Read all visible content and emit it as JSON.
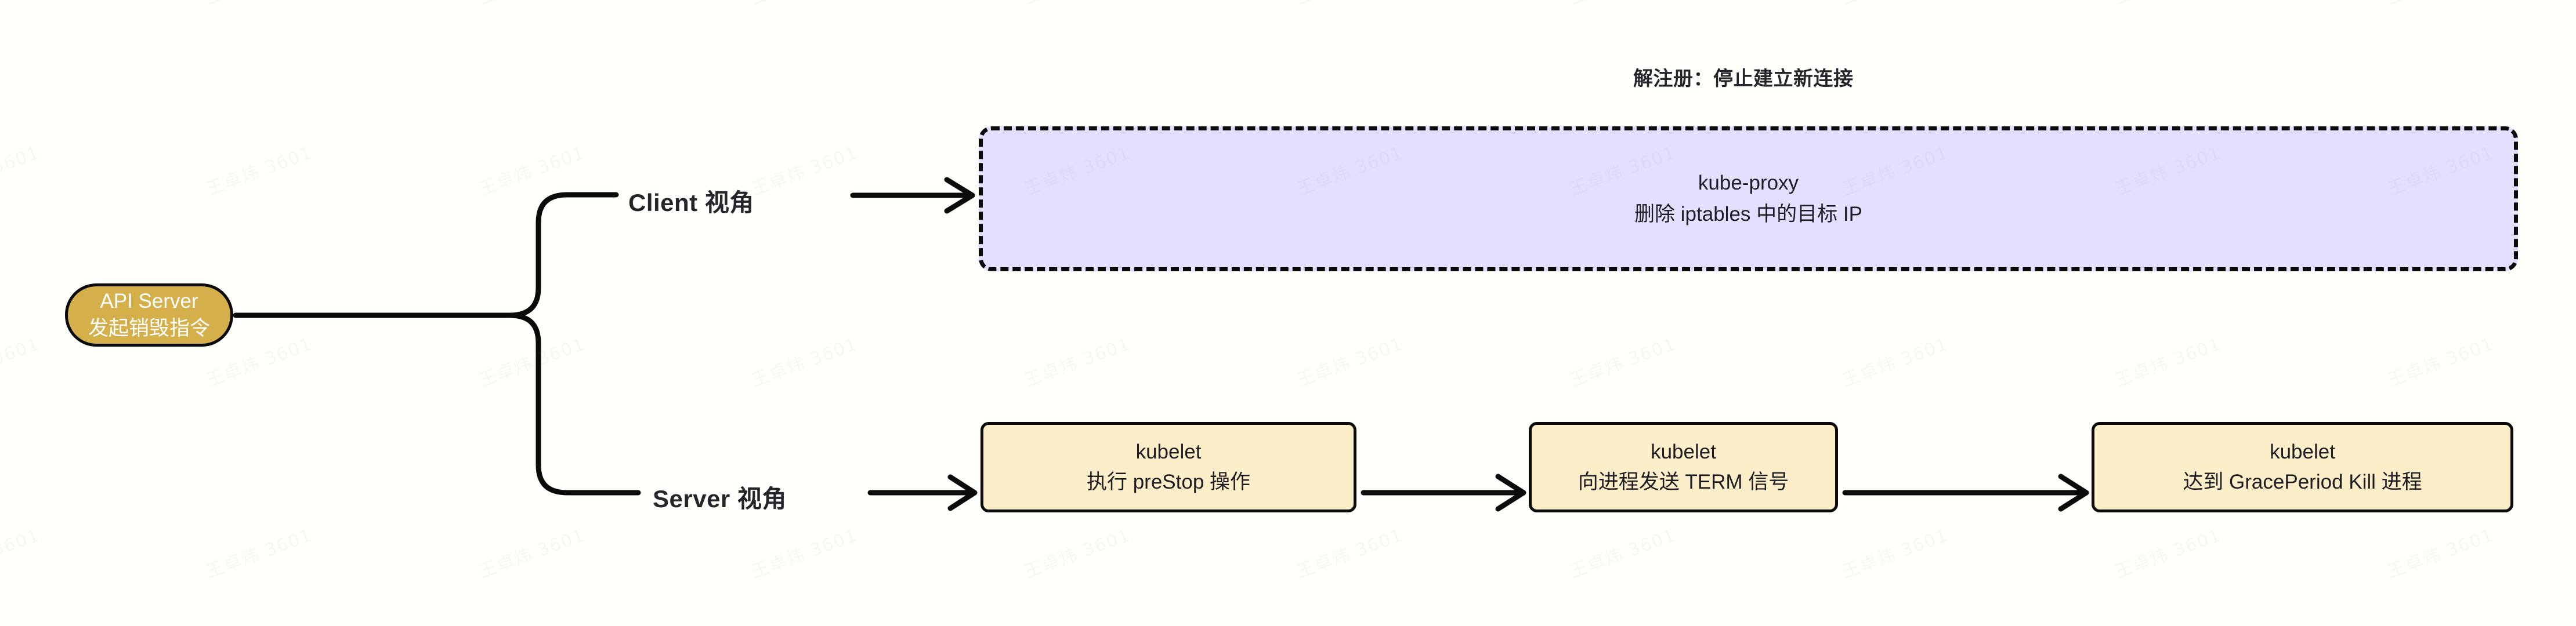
{
  "diagram": {
    "title_note": "解注册：停止建立新连接",
    "background_color": "#fffffb",
    "watermark_text": "王卓炜 3601"
  },
  "colors": {
    "api_server_fill": "#d4af4a",
    "api_server_text": "#ffffff",
    "kube_proxy_fill": "#e6deff",
    "kubelet_fill": "#fceec8",
    "stroke": "#0b0b0b",
    "body_text": "#1c1c22",
    "label_text": "#24262c"
  },
  "source_node": {
    "name": "api-server",
    "line1": "API Server",
    "line2": "发起销毁指令",
    "shape": "pill"
  },
  "branches": [
    {
      "key": "client",
      "label": "Client 视角",
      "target": "kube-proxy-box"
    },
    {
      "key": "server",
      "label": "Server 视角",
      "target": "kubelet-1"
    }
  ],
  "client_branch": {
    "header_note": "解注册：停止建立新连接",
    "node": {
      "name": "kube-proxy",
      "line1": "kube-proxy",
      "line2": "删除 iptables 中的目标 IP",
      "border_style": "dashed"
    }
  },
  "server_branch": {
    "nodes": [
      {
        "name": "kubelet-prestop",
        "line1": "kubelet",
        "line2": "执行 preStop 操作"
      },
      {
        "name": "kubelet-term-signal",
        "line1": "kubelet",
        "line2": "向进程发送 TERM 信号"
      },
      {
        "name": "kubelet-graceperiod-kill",
        "line1": "kubelet",
        "line2": "达到 GracePeriod Kill 进程"
      }
    ]
  },
  "connectors": [
    {
      "name": "api-server-to-split",
      "type": "elbow",
      "arrowhead": false
    },
    {
      "name": "split-to-client-label",
      "type": "elbow",
      "arrowhead": false
    },
    {
      "name": "split-to-server-label",
      "type": "elbow",
      "arrowhead": false
    },
    {
      "name": "client-label-to-kube-proxy",
      "type": "straight",
      "arrowhead": true
    },
    {
      "name": "server-label-to-kubelet-1",
      "type": "straight",
      "arrowhead": true
    },
    {
      "name": "kubelet-1-to-kubelet-2",
      "type": "straight",
      "arrowhead": true
    },
    {
      "name": "kubelet-2-to-kubelet-3",
      "type": "straight",
      "arrowhead": true
    }
  ],
  "watermarks": [
    "王卓炜 3601",
    "王卓炜 3601",
    "王卓炜 3601",
    "王卓炜 3601",
    "王卓炜 3601",
    "王卓炜 3601",
    "王卓炜 3601",
    "王卓炜 3601",
    "王卓炜 3601",
    "王卓炜 3601",
    "王卓炜 3601",
    "王卓炜 3601",
    "王卓炜 3601",
    "王卓炜 3601",
    "王卓炜 3601",
    "王卓炜 3601",
    "王卓炜 3601",
    "王卓炜 3601",
    "王卓炜 3601",
    "王卓炜 3601",
    "王卓炜 3601",
    "王卓炜 3601",
    "王卓炜 3601",
    "王卓炜 3601"
  ]
}
